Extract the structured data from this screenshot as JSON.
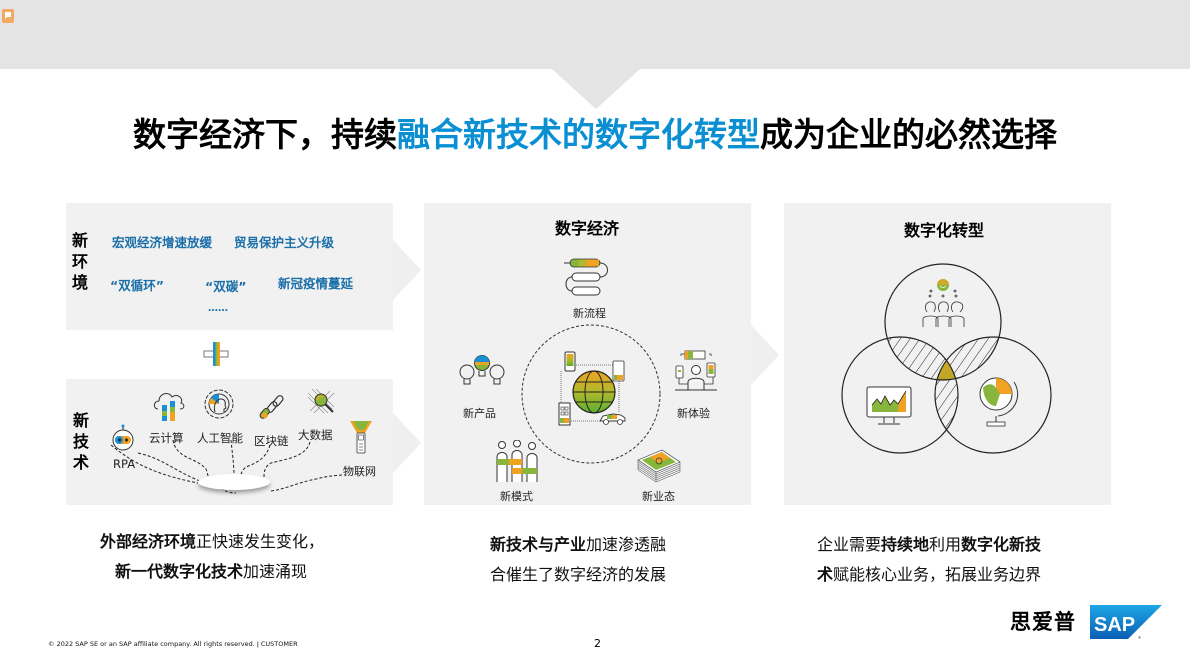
{
  "header": {
    "note_icon": "comment-icon",
    "title_pre": "数字经济下，持续",
    "title_highlight": "融合新技术的数字化转型",
    "title_post": "成为企业的必然选择",
    "highlight_color": "#0a8fd3"
  },
  "left_panel": {
    "environment": {
      "label": [
        "新",
        "环",
        "境"
      ],
      "items": [
        "宏观经济增速放缓",
        "贸易保护主义升级",
        "“双循环”",
        "“双碳”",
        "新冠疫情蔓延",
        "……"
      ]
    },
    "plus_icon": "plus-icon",
    "technology": {
      "label": [
        "新",
        "技",
        "术"
      ],
      "items": [
        {
          "label": "RPA",
          "icon": "robot-icon"
        },
        {
          "label": "云计算",
          "icon": "cloud-icon"
        },
        {
          "label": "人工智能",
          "icon": "ai-head-gear-icon"
        },
        {
          "label": "区块链",
          "icon": "chain-link-icon"
        },
        {
          "label": "大数据",
          "icon": "magnifier-data-icon"
        },
        {
          "label": "物联网",
          "icon": "iot-device-icon"
        }
      ]
    },
    "caption": {
      "line1_bold": "外部经济环境",
      "line1_rest": "正快速发生变化，",
      "line2_bold": "新一代数字化技术",
      "line2_rest": "加速涌现"
    }
  },
  "middle_panel": {
    "title": "数字经济",
    "items": [
      {
        "label": "新流程",
        "icon": "process-flow-icon"
      },
      {
        "label": "新产品",
        "icon": "lightbulbs-icon"
      },
      {
        "label": "新体验",
        "icon": "person-devices-icon"
      },
      {
        "label": "新模式",
        "icon": "people-model-icon"
      },
      {
        "label": "新业态",
        "icon": "money-stack-icon"
      }
    ],
    "center_icon": "connected-globe-icon",
    "caption": {
      "line1_bold": "新技术与产业",
      "line1_rest": "加速渗透融",
      "line2": "合催生了数字经济的发展"
    }
  },
  "right_panel": {
    "title": "数字化转型",
    "venn_icons": [
      "happy-people-icon",
      "monitor-chart-icon",
      "globe-icon"
    ],
    "caption": {
      "line1_pre": "企业需要",
      "line1_b1": "持续地",
      "line1_mid": "利用",
      "line1_b2": "数字化新技",
      "line2_bold": "术",
      "line2_rest": "赋能核心业务，拓展业务边界"
    }
  },
  "footer": {
    "copyright": "© 2022 SAP SE or an SAP affiliate company. All rights reserved.  ǀ  CUSTOMER",
    "page_number": "2",
    "logo_cn": "思爱普",
    "logo_en": "SAP"
  }
}
